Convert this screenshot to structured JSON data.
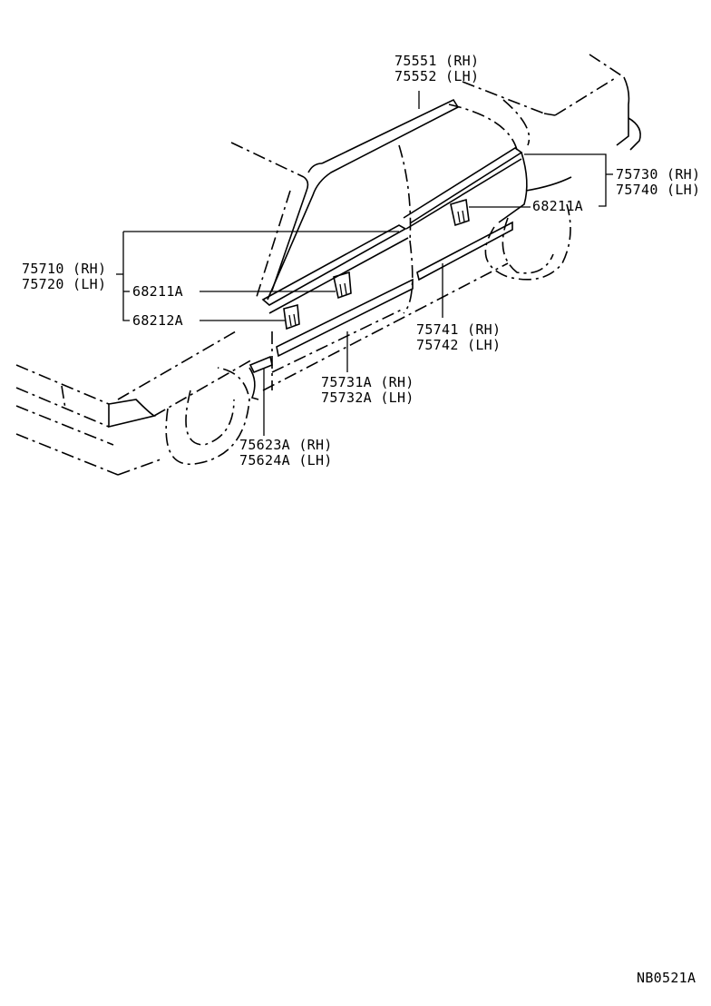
{
  "diagram": {
    "code": "NB0521A",
    "parts": [
      {
        "id": "window_frame_molding",
        "rh": "75551 (RH)",
        "lh": "75552 (LH)"
      },
      {
        "id": "rear_belt_molding",
        "rh": "75730 (RH)",
        "lh": "75740 (LH)"
      },
      {
        "id": "rear_clip",
        "part": "68211A"
      },
      {
        "id": "front_belt_molding",
        "rh": "75710 (RH)",
        "lh": "75720 (LH)"
      },
      {
        "id": "front_clip",
        "part": "68211A"
      },
      {
        "id": "front_clip_lower",
        "part": "68212A"
      },
      {
        "id": "rear_door_side_molding",
        "rh": "75741 (RH)",
        "lh": "75742 (LH)"
      },
      {
        "id": "front_door_side_molding",
        "rh": "75731A (RH)",
        "lh": "75732A (LH)"
      },
      {
        "id": "fender_side_molding",
        "rh": "75623A (RH)",
        "lh": "75624A (LH)"
      }
    ]
  }
}
